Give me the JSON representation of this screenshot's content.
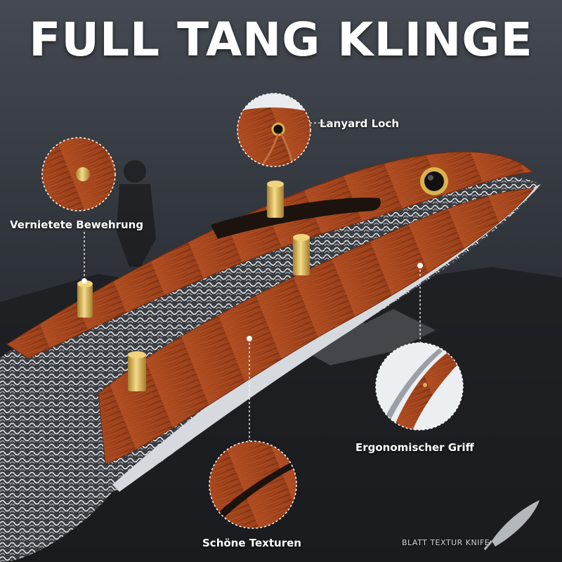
{
  "headline": "FULL TANG KLINGE",
  "callouts": [
    {
      "id": "rivet",
      "label": "Vernietete Bewehrung"
    },
    {
      "id": "lanyard",
      "label": "Lanyard Loch"
    },
    {
      "id": "grip",
      "label": "Ergonomischer Griff"
    },
    {
      "id": "texture",
      "label": "Schöne Texturen"
    }
  ],
  "watermark": "BLATT TEXTUR KNIFE",
  "colors": {
    "wood": "#a8481f",
    "brass": "#d8b24e",
    "steel": "#cdd2d8",
    "sky": "#2a2d33"
  }
}
